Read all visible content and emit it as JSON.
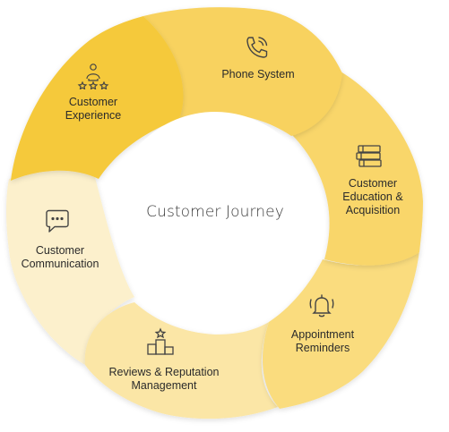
{
  "center": {
    "title": "Customer Journey"
  },
  "segments": [
    {
      "id": "customer-experience",
      "lines": [
        "Customer",
        "Experience"
      ],
      "icon": "rating-person-icon",
      "color": "#F5C93A"
    },
    {
      "id": "phone-system",
      "lines": [
        "Phone System"
      ],
      "icon": "phone-icon",
      "color": "#F8D25E"
    },
    {
      "id": "customer-education",
      "lines": [
        "Customer",
        "Education &",
        "Acquisition"
      ],
      "icon": "books-icon",
      "color": "#F9D66A"
    },
    {
      "id": "appointment-reminders",
      "lines": [
        "Appointment",
        "Reminders"
      ],
      "icon": "bell-icon",
      "color": "#FADC7E"
    },
    {
      "id": "reviews-reputation",
      "lines": [
        "Reviews & Reputation",
        "Management"
      ],
      "icon": "ranking-icon",
      "color": "#FBE6A6"
    },
    {
      "id": "customer-communication",
      "lines": [
        "Customer",
        "Communication"
      ],
      "icon": "chat-icon",
      "color": "#FCF0CC"
    }
  ]
}
